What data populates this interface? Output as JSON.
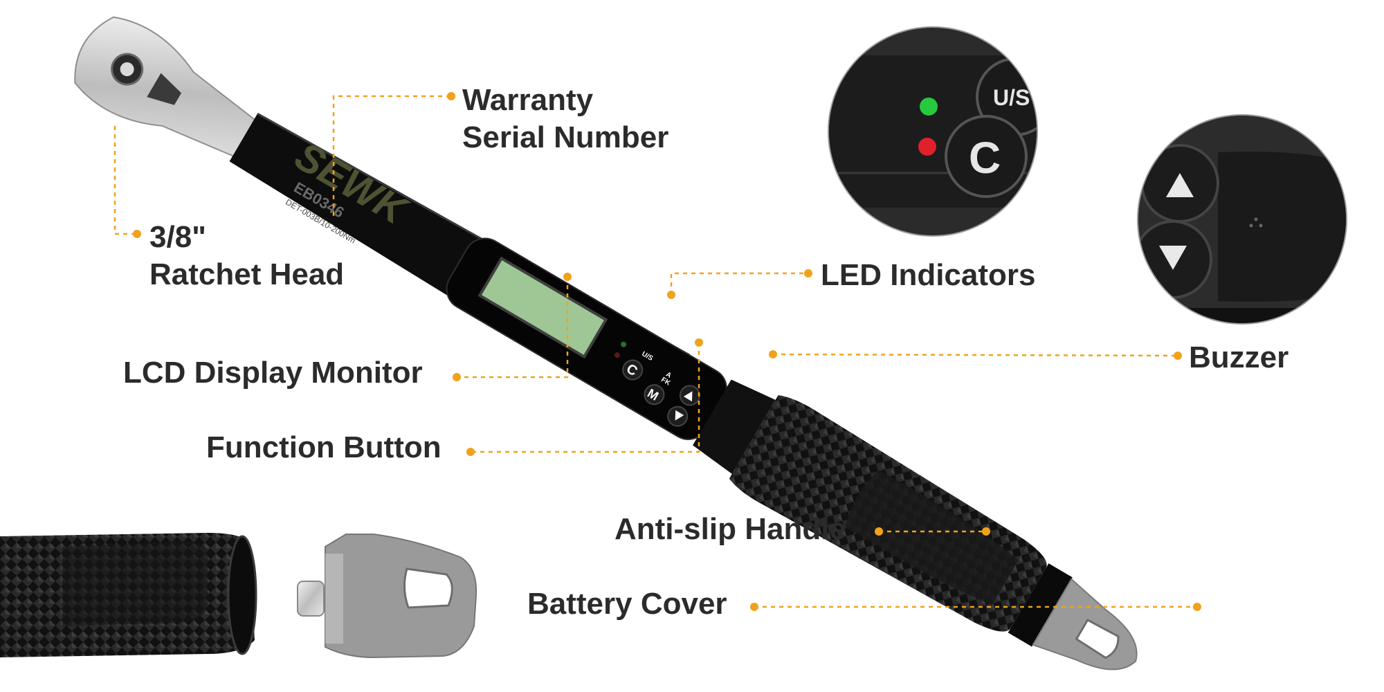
{
  "brand": {
    "logo_text": "SEWK",
    "model": "EB0346",
    "fine_print": "DET-003B/10-200Nm"
  },
  "buttons": {
    "us": "U/S",
    "c": "C",
    "afk": "A\nFK",
    "m": "M"
  },
  "zoom_top": {
    "us": "U/S",
    "c": "C"
  },
  "colors": {
    "leader": "#f0a21c",
    "label": "#2b2b2b",
    "body": "#0d0d0d",
    "lcd": "#9ec795",
    "led_green": "#27c93f",
    "led_red": "#e0202a",
    "cover": "#9a9a9a"
  },
  "callouts": [
    {
      "id": "warranty",
      "lines": [
        "Warranty",
        "Serial Number"
      ]
    },
    {
      "id": "ratchet",
      "lines": [
        "3/8\"",
        "Ratchet Head"
      ]
    },
    {
      "id": "led",
      "lines": [
        "LED Indicators"
      ]
    },
    {
      "id": "buzzer",
      "lines": [
        "Buzzer"
      ]
    },
    {
      "id": "lcd",
      "lines": [
        "LCD Display Monitor"
      ]
    },
    {
      "id": "function",
      "lines": [
        "Function Button"
      ]
    },
    {
      "id": "handle",
      "lines": [
        "Anti-slip Handle"
      ]
    },
    {
      "id": "battery",
      "lines": [
        "Battery Cover"
      ]
    }
  ]
}
